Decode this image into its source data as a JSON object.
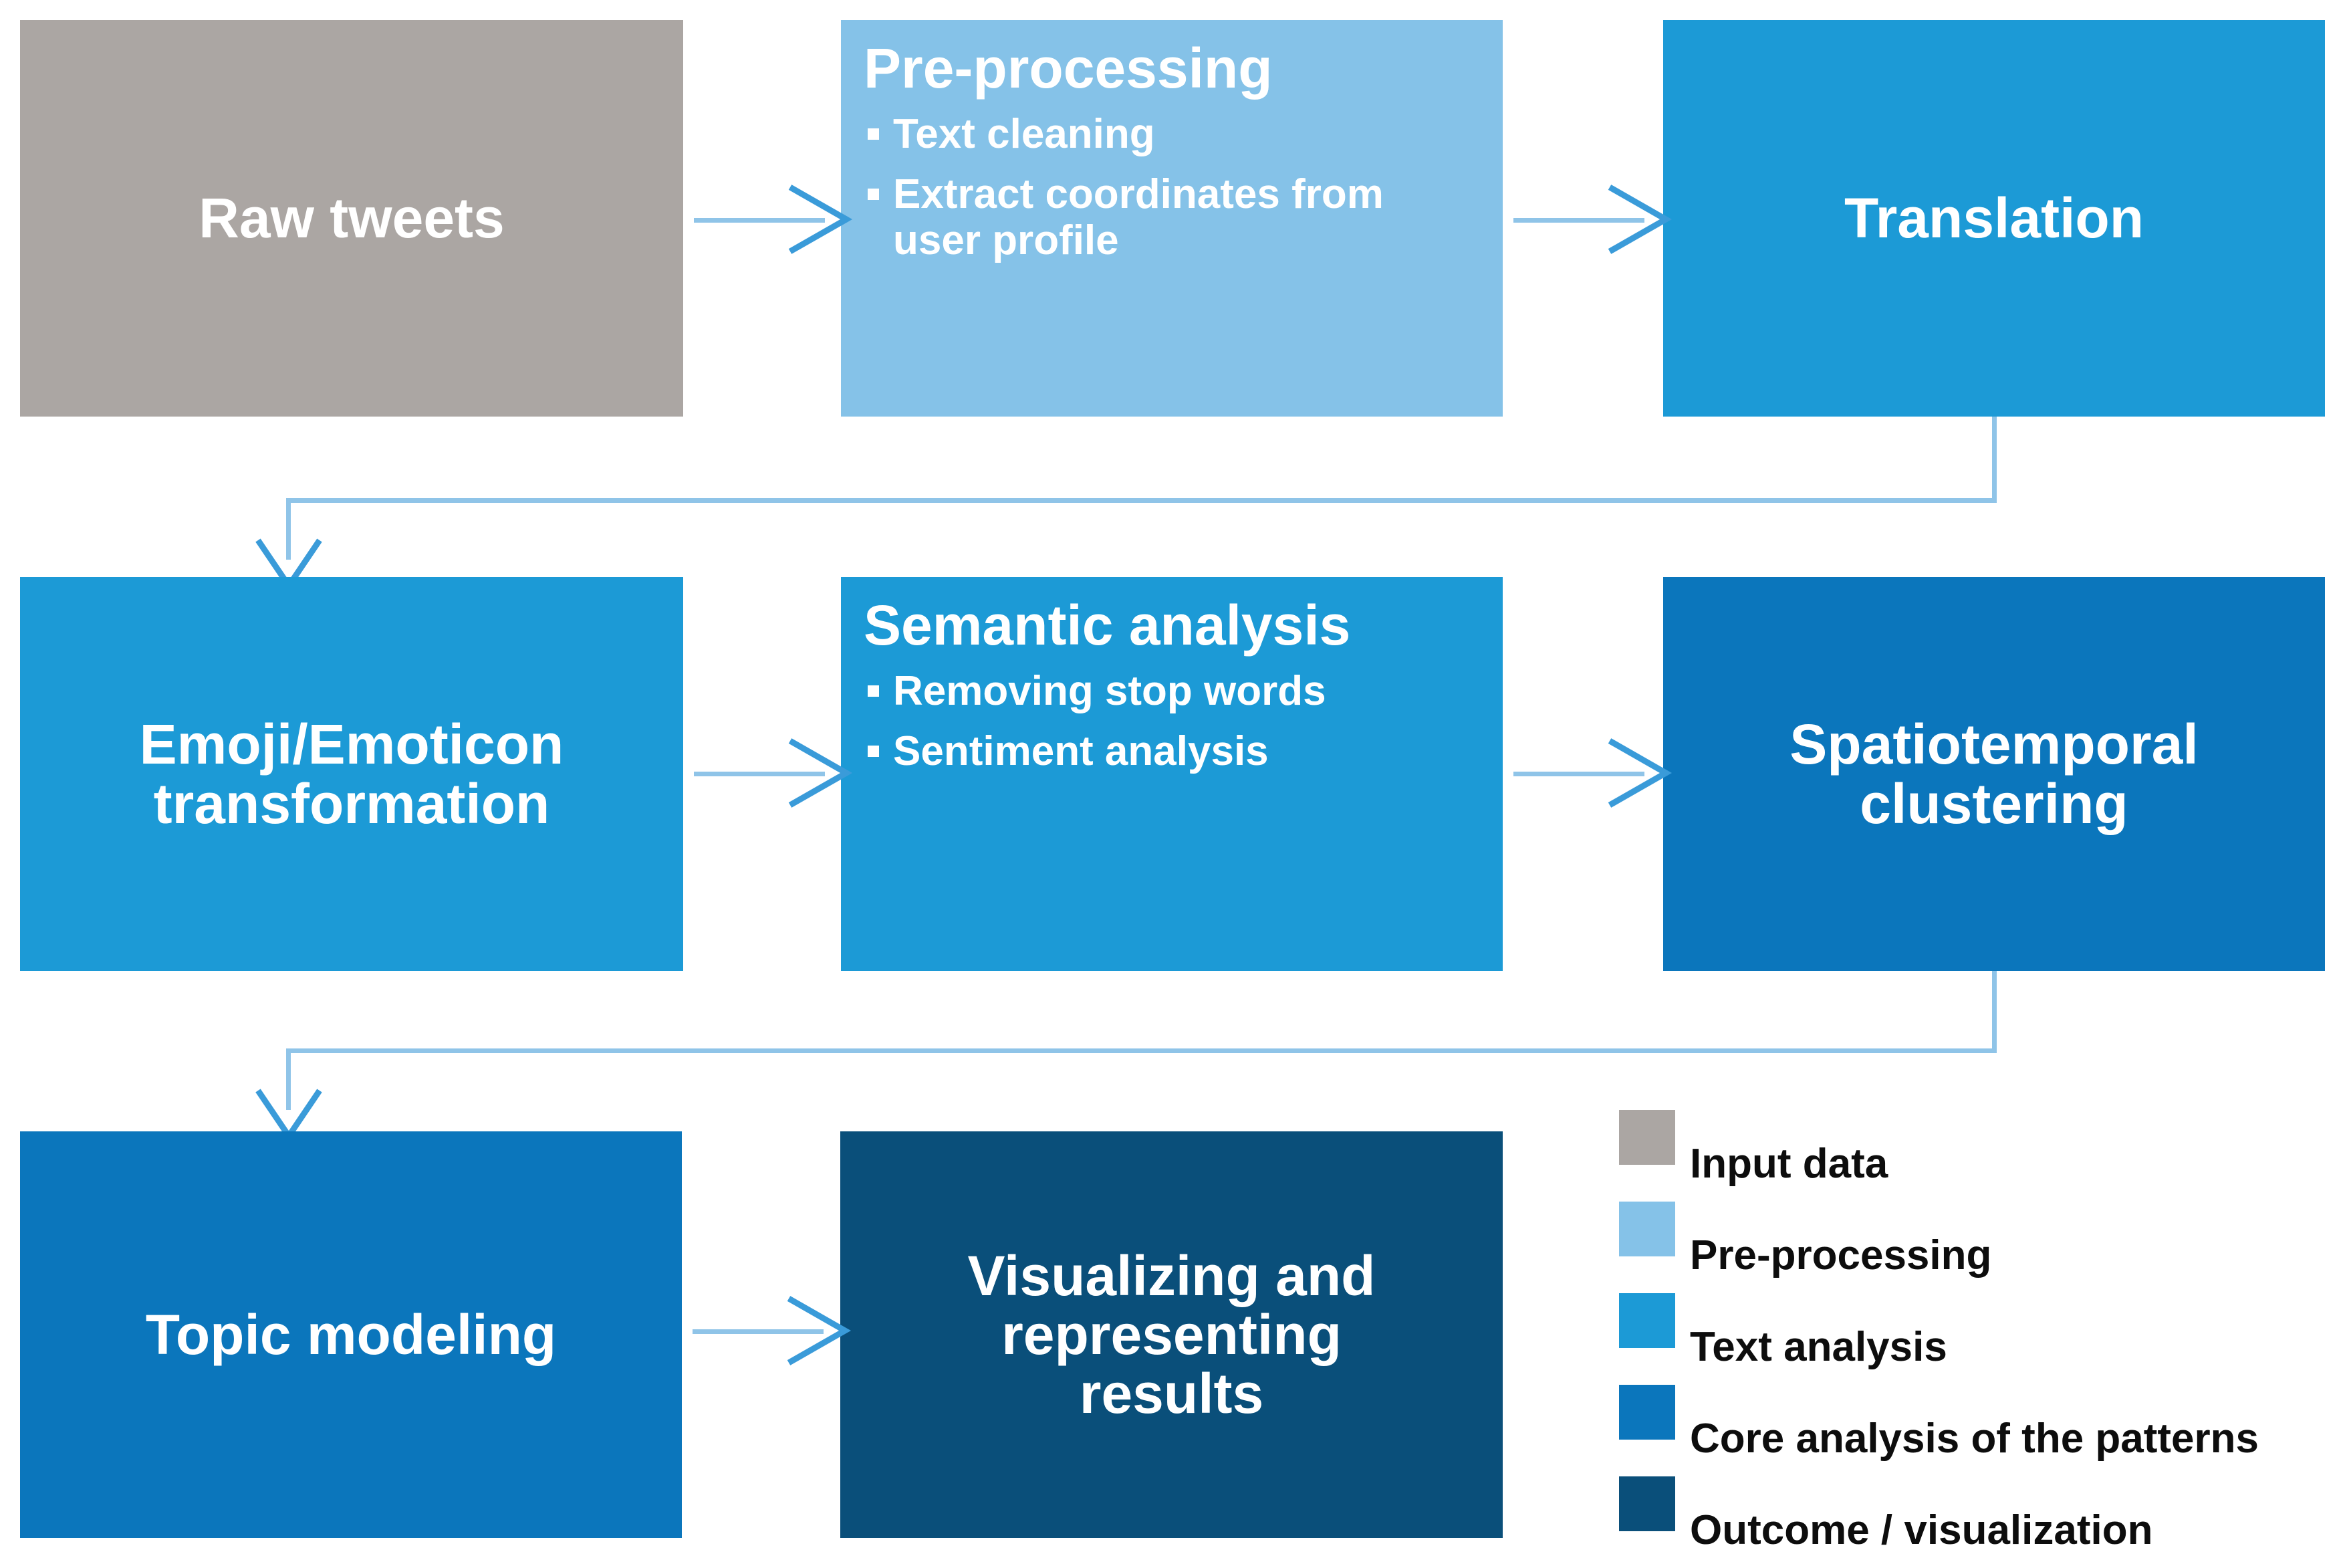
{
  "diagram": {
    "type": "flowchart",
    "title": "Twitter data analysis workflow",
    "palette": {
      "input_data": "#ABA6A3",
      "pre_processing": "#85C2E8",
      "text_analysis": "#1C9AD6",
      "core_analysis": "#0B76BC",
      "outcome": "#0A4F7A",
      "connector": "#8FC4E8",
      "node_text": "#FFFFFF",
      "legend_text": "#0D0D0D",
      "background": "#FFFFFF"
    },
    "nodes": [
      {
        "id": "raw-tweets",
        "label": "Raw tweets",
        "category": "input_data",
        "bullets": []
      },
      {
        "id": "pre-processing",
        "label": "Pre-processing",
        "category": "pre_processing",
        "bullets": [
          "Text cleaning",
          "Extract coordinates from user profile"
        ]
      },
      {
        "id": "translation",
        "label": "Translation",
        "category": "text_analysis",
        "bullets": []
      },
      {
        "id": "emoji",
        "label": "Emoji/Emoticon transformation",
        "category": "text_analysis",
        "bullets": []
      },
      {
        "id": "semantic",
        "label": "Semantic analysis",
        "category": "text_analysis",
        "bullets": [
          "Removing stop words",
          "Sentiment analysis"
        ]
      },
      {
        "id": "spatiotemporal",
        "label": "Spatiotemporal clustering",
        "category": "core_analysis",
        "bullets": []
      },
      {
        "id": "topic-modeling",
        "label": "Topic modeling",
        "category": "core_analysis",
        "bullets": []
      },
      {
        "id": "visualizing",
        "label": "Visualizing and representing results",
        "category": "outcome",
        "bullets": []
      }
    ],
    "edges": [
      {
        "from": "raw-tweets",
        "to": "pre-processing",
        "style": "straight-right"
      },
      {
        "from": "pre-processing",
        "to": "translation",
        "style": "straight-right"
      },
      {
        "from": "translation",
        "to": "emoji",
        "style": "elbow-down-left"
      },
      {
        "from": "emoji",
        "to": "semantic",
        "style": "straight-right"
      },
      {
        "from": "semantic",
        "to": "spatiotemporal",
        "style": "straight-right"
      },
      {
        "from": "spatiotemporal",
        "to": "topic-modeling",
        "style": "elbow-down-left"
      },
      {
        "from": "topic-modeling",
        "to": "visualizing",
        "style": "straight-right"
      }
    ],
    "node_labels": {
      "raw_tweets": "Raw tweets",
      "pre_processing": "Pre-processing",
      "pre_processing_b1": "Text cleaning",
      "pre_processing_b2": "Extract coordinates from user profile",
      "translation": "Translation",
      "emoji": "Emoji/Emoticon transformation",
      "semantic": "Semantic analysis",
      "semantic_b1": "Removing stop words",
      "semantic_b2": "Sentiment analysis",
      "spatiotemporal": "Spatiotemporal clustering",
      "topic_modeling": "Topic modeling",
      "visualizing": "Visualizing and representing results"
    }
  },
  "legend": {
    "items": [
      {
        "label": "Input data",
        "color": "#ABA6A3"
      },
      {
        "label": "Pre-processing",
        "color": "#85C2E8"
      },
      {
        "label": "Text analysis",
        "color": "#1C9AD6"
      },
      {
        "label": "Core analysis of the patterns",
        "color": "#0B76BC"
      },
      {
        "label": "Outcome / visualization",
        "color": "#0A4F7A"
      }
    ]
  }
}
